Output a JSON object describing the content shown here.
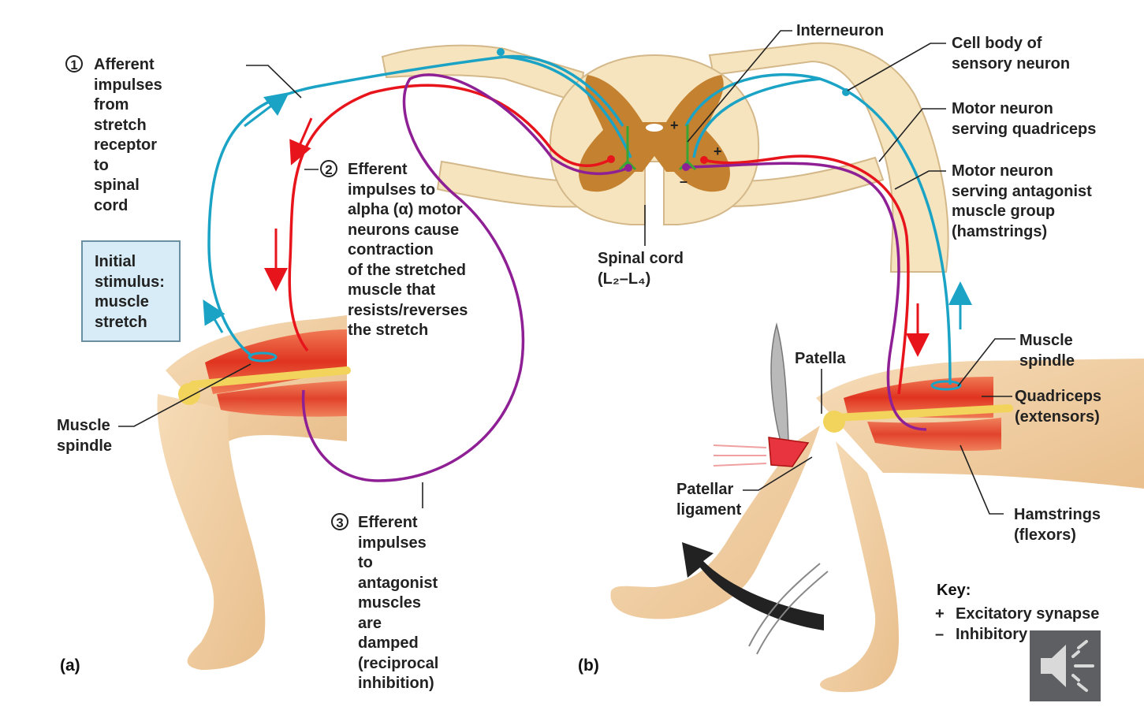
{
  "labels": {
    "afferent": {
      "num": "1",
      "text": "Afferent impulses\nfrom stretch\nreceptor to\nspinal cord"
    },
    "efferent": {
      "num": "2",
      "text": "Efferent\nimpulses to\nalpha (α) motor\nneurons cause\ncontraction\nof the stretched\nmuscle that\nresists/reverses\nthe stretch"
    },
    "antagonist": {
      "num": "3",
      "text": "Efferent impulses\nto antagonist\nmuscles are\ndamped\n(reciprocal\ninhibition)"
    },
    "initial_stimulus": "Initial\nstimulus:\nmuscle\nstretch",
    "muscle_spindle_a": "Muscle\nspindle",
    "interneuron": "Interneuron",
    "cell_body": "Cell body of\nsensory neuron",
    "motor_quadriceps": "Motor neuron\nserving quadriceps",
    "motor_antagonist": "Motor neuron\nserving antagonist\nmuscle group\n(hamstrings)",
    "spinal_cord": "Spinal cord\n(L₂–L₄)",
    "patella": "Patella",
    "muscle_spindle_b": "Muscle\nspindle",
    "quadriceps": "Quadriceps\n(extensors)",
    "patellar_ligament": "Patellar\nligament",
    "hamstrings": "Hamstrings\n(flexors)"
  },
  "panels": {
    "a": "(a)",
    "b": "(b)"
  },
  "key": {
    "title": "Key:",
    "items": [
      {
        "symbol": "+",
        "text": "Excitatory synapse"
      },
      {
        "symbol": "–",
        "text": "Inhibitory synapse"
      }
    ]
  },
  "synapse_signs": {
    "plus": "+",
    "minus": "–"
  },
  "colors": {
    "afferent": "#1ba3c6",
    "efferent": "#e8141b",
    "antagonist": "#8e1f95",
    "interneuron": "#3aa535",
    "gray_matter": "#c4812f",
    "white_matter": "#f5e4be",
    "skin": "#f2cfa3",
    "muscle": "#e64a2e",
    "bone": "#f2d45c"
  },
  "icons": {
    "speaker": "speaker-icon",
    "hammer": "reflex-hammer-icon",
    "arrow": "curved-arrow-icon"
  }
}
